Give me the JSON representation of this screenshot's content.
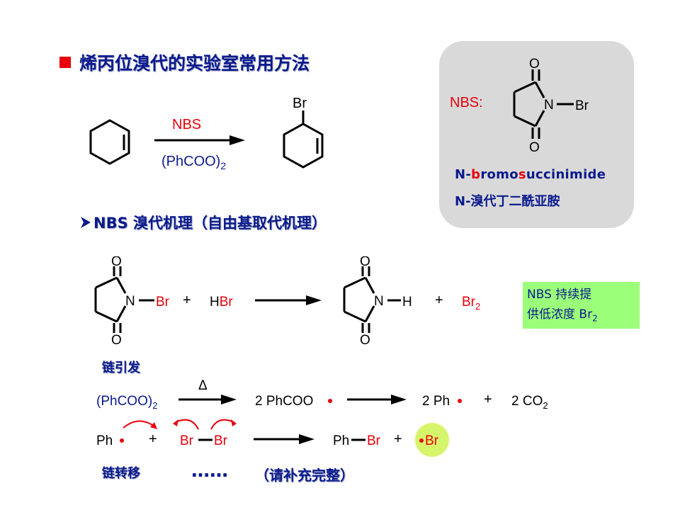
{
  "title": "烯丙位溴代的实验室常用方法",
  "reaction1": {
    "reagent": "NBS",
    "condition": "(PhCOO)",
    "condition_sub": "2",
    "product_sub": "Br"
  },
  "mechanism_title": "NBS 溴代机理（自由基取代机理）",
  "nbs_panel": {
    "label": "NBS:",
    "atom_o": "O",
    "atom_n": "N",
    "atom_br": "Br",
    "english_name": {
      "p1": "N-",
      "p2": "b",
      "p3": "romo",
      "p4": "s",
      "p5": "uccinimide"
    },
    "chinese_name": "N-溴代丁二酰亚胺"
  },
  "step1": {
    "reagent": "HBr",
    "plus": "+",
    "product_h": "H",
    "product2": "Br",
    "product2_sub": "2"
  },
  "note": {
    "line1": "NBS 持续提",
    "line2": "供低浓度 Br",
    "line2_sub": "2"
  },
  "initiation": {
    "label": "链引发",
    "heat_symbol": "Δ",
    "reactant": "(PhCOO)",
    "reactant_sub": "2",
    "product1": "2 PhCOO",
    "product2": "2 Ph",
    "product3": "2 CO",
    "product3_sub": "2"
  },
  "propagation": {
    "reactant1": "Ph",
    "reactant2a": "Br",
    "reactant2b": "Br",
    "product1a": "Ph",
    "product1b": "Br",
    "product2": "Br"
  },
  "transfer": {
    "label": "链转移",
    "ellipsis": "……",
    "prompt": "（请补充完整）"
  },
  "colors": {
    "blue": "#0a1a8c",
    "red": "#e8000b",
    "panel": "#d9d9d9",
    "note": "#9bff7a",
    "radical_glow": "#d6f56a"
  }
}
